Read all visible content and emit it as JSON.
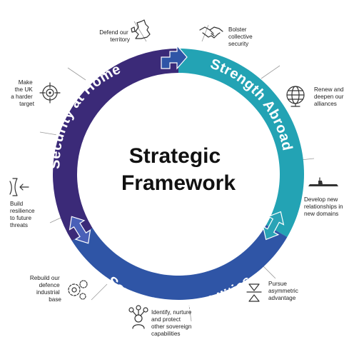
{
  "center": {
    "line1": "Strategic",
    "line2": "Framework"
  },
  "ring_segments": {
    "home": "Security  at  Home",
    "abroad": "Strength  Abroad",
    "sovereign": "Sovereign  Capabilities"
  },
  "colors": {
    "home": "#3b2a78",
    "abroad": "#23a3b4",
    "sovereign": "#2f55a6",
    "text": "#222222"
  },
  "objectives": {
    "defend": [
      "Defend our",
      "territory"
    ],
    "harder_target": [
      "Make",
      "the UK",
      "a harder",
      "target"
    ],
    "resilience": [
      "Build",
      "resilience",
      "to future",
      "threats"
    ],
    "industrial": [
      "Rebuild our",
      "defence",
      "industrial",
      "base"
    ],
    "nurture": [
      "Identify, nurture",
      "and protect",
      "other sovereign",
      "capabilities"
    ],
    "asymmetric": [
      "Pursue",
      "asymmetric",
      "advantage"
    ],
    "relationships": [
      "Develop new",
      "relationships in",
      "new domains"
    ],
    "alliances": [
      "Renew and",
      "deepen our",
      "alliances"
    ],
    "collective": [
      "Bolster",
      "collective",
      "security"
    ]
  },
  "icons": {
    "defend": "uk-map-icon",
    "harder_target": "crosshair-target-icon",
    "resilience": "shield-arrow-icon",
    "industrial": "gears-icon",
    "nurture": "person-network-icon",
    "asymmetric": "hourglass-triangles-icon",
    "relationships": "submarine-icon",
    "alliances": "globe-icon",
    "collective": "handshake-icon"
  }
}
